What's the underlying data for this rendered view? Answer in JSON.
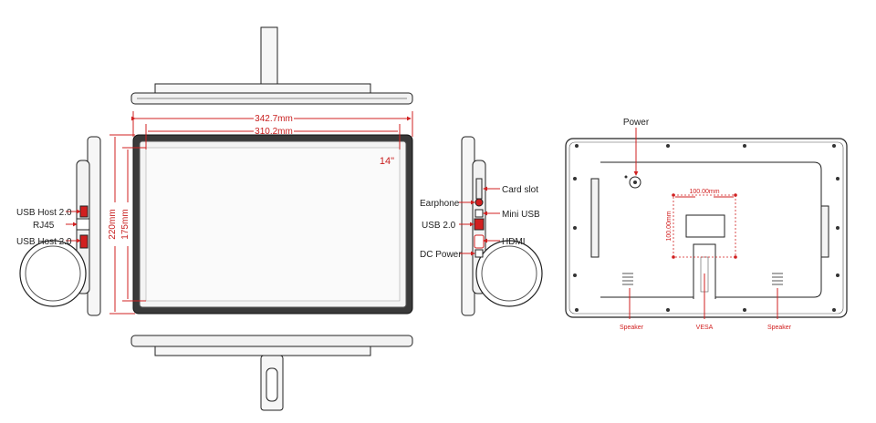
{
  "front": {
    "width_outer": "342.7mm",
    "width_inner": "310.2mm",
    "height_outer": "220mm",
    "height_inner": "175mm",
    "size": "14\""
  },
  "left_ports": {
    "usb_host_top": "USB Host 2.0",
    "rj45": "RJ45",
    "usb_host_bottom": "USB Host 2.0"
  },
  "right_ports": {
    "card_slot": "Card slot",
    "earphone": "Earphone",
    "mini_usb": "Mini USB",
    "usb2": "USB 2.0",
    "hdmi": "HDMI",
    "dc_power": "DC Power"
  },
  "back": {
    "power": "Power",
    "vesa_dim_h": "100.00mm",
    "vesa_dim_v": "100.00mm",
    "speaker_left": "Speaker",
    "vesa": "VESA",
    "speaker_right": "Speaker"
  },
  "colors": {
    "accent": "#d12020",
    "line": "#222222",
    "screen": "#f4f4f4"
  }
}
